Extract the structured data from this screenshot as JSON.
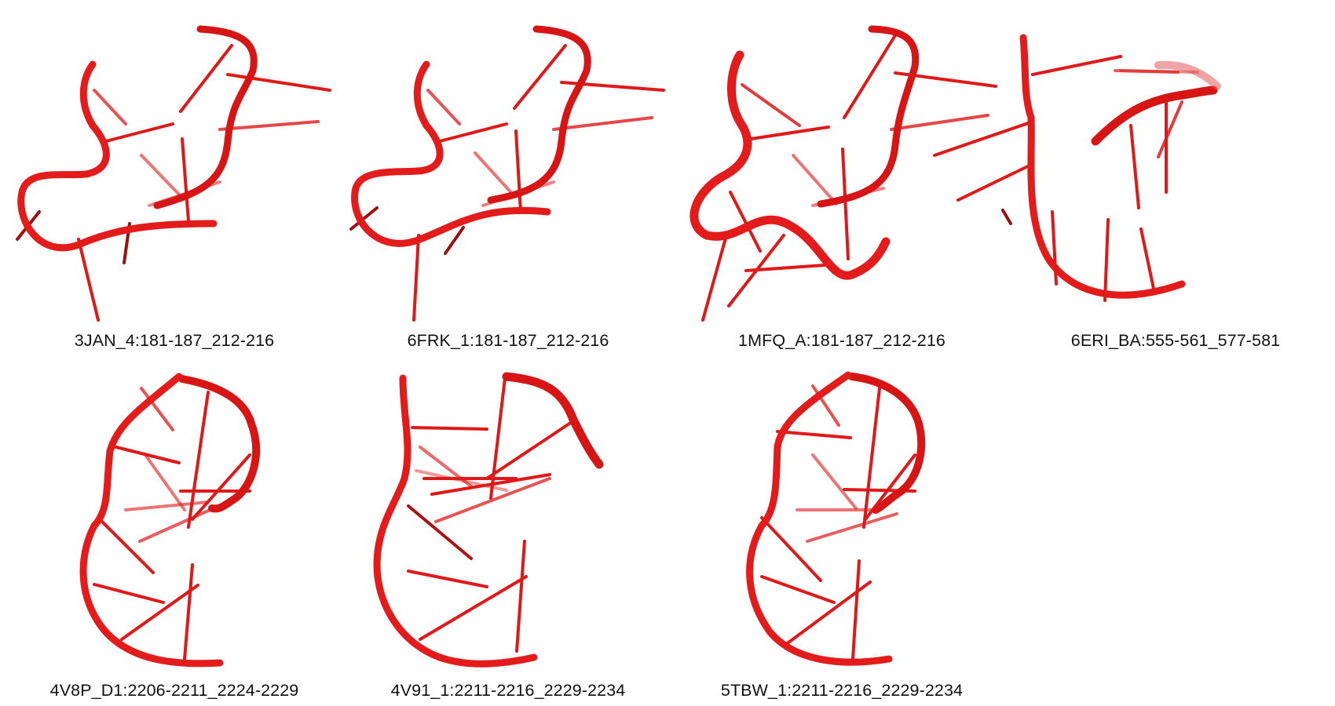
{
  "colors": {
    "backbone": "#e31b1b",
    "backbone_dark": "#b80f0f",
    "base": "#e01818",
    "background": "#ffffff",
    "caption": "#111111"
  },
  "structures": [
    {
      "label": "3JAN_4:181-187_212-216"
    },
    {
      "label": "6FRK_1:181-187_212-216"
    },
    {
      "label": "1MFQ_A:181-187_212-216"
    },
    {
      "label": "6ERI_BA:555-561_577-581"
    },
    {
      "label": "4V8P_D1:2206-2211_2224-2229"
    },
    {
      "label": "4V91_1:2211-2216_2229-2234"
    },
    {
      "label": "5TBW_1:2211-2216_2229-2234"
    }
  ]
}
